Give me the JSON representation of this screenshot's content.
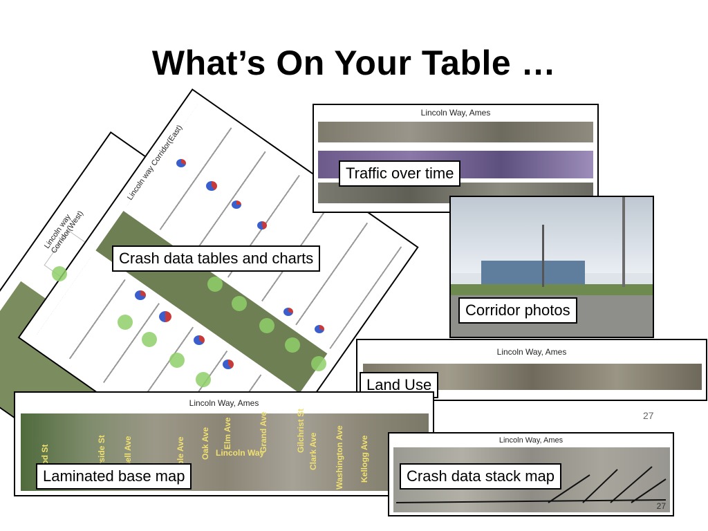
{
  "slide": {
    "title": "What’s On Your Table …",
    "page_number": "27"
  },
  "items": {
    "traffic": {
      "map_title": "Lincoln Way, Ames",
      "label": "Traffic over time"
    },
    "crash_tables": {
      "label": "Crash data tables and charts",
      "sheet_west": "Lincoln way Corridor(West)",
      "sheet_east": "Lincoln way Corridor(East)"
    },
    "photos": {
      "label": "Corridor photos"
    },
    "land_use": {
      "map_title": "Lincoln Way, Ames",
      "label": "Land Use"
    },
    "base_map": {
      "map_title": "Lincoln Way, Ames",
      "label": "Laminated base map",
      "streets": [
        "ood St",
        "erside St",
        "sell Ave",
        "aple Ave",
        "Oak Ave",
        "Elm Ave",
        "Grand Ave",
        "Gilchrist St",
        "Clark Ave",
        "Washington Ave",
        "Kellogg Ave"
      ],
      "road_label": "Lincoln Way"
    },
    "stack_map": {
      "map_title": "Lincoln Way, Ames",
      "label": "Crash data stack map",
      "corner_number": "27"
    }
  },
  "colors": {
    "aerial_green": "#5f7a44",
    "aerial_gray": "#8a8a80",
    "highlight_green": "#8fcf6a",
    "pie_blue": "#3a5fcd",
    "pie_red": "#c63a3a"
  }
}
